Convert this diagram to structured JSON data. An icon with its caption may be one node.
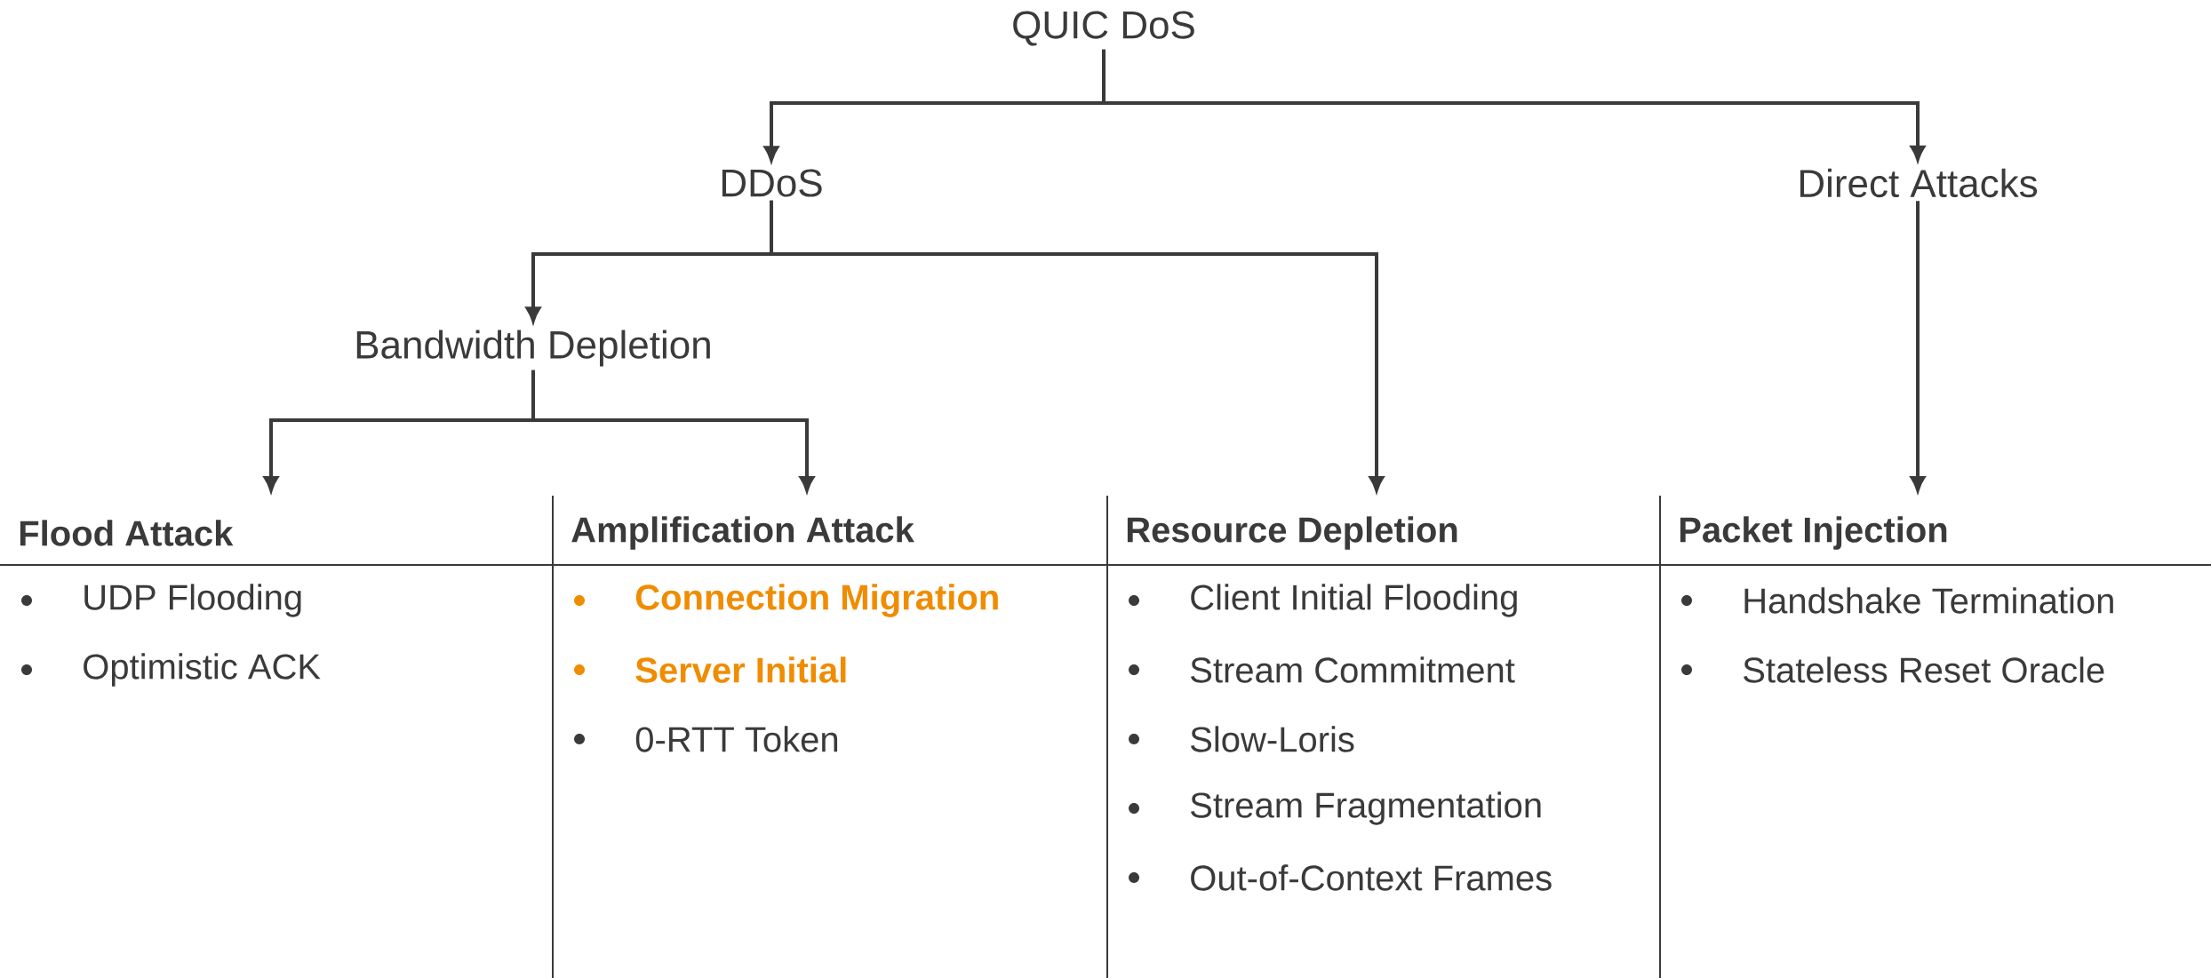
{
  "diagram": {
    "nodes": [
      {
        "text": [
          "QUIC DoS"
        ]
      },
      {
        "text": [
          "DDoS"
        ]
      },
      {
        "text": [
          "Direct Attacks"
        ]
      },
      {
        "text": [
          "Bandwidth Depletion"
        ]
      },
      {
        "text": [
          "Flood Attack",
          "UDP Flooding",
          "Optimistic ACK"
        ]
      },
      {
        "text": [
          "Amplification Attack",
          "**Connection Migration**",
          "**Server Initial**",
          "0-RTT Token"
        ]
      },
      {
        "text": [
          "Resource Depletion",
          "Client Initial Flooding",
          "Stream Commitment",
          "Slow-Loris",
          "Stream Fragmentation",
          "Out-of-Context Frames"
        ]
      },
      {
        "text": [
          "Packet Injection",
          "Handshake Termination",
          "Stateless Reset Oracle"
        ]
      }
    ],
    "edges": [
      {
        "from": 0,
        "to": 1,
        "arrow": "to"
      },
      {
        "from": 0,
        "to": 2,
        "arrow": "to"
      },
      {
        "from": 1,
        "to": 3,
        "arrow": "to"
      },
      {
        "from": 1,
        "to": 6,
        "arrow": "to"
      },
      {
        "from": 3,
        "to": 4,
        "arrow": "to"
      },
      {
        "from": 3,
        "to": 5,
        "arrow": "to"
      },
      {
        "from": 2,
        "to": 7,
        "arrow": "to"
      }
    ]
  }
}
